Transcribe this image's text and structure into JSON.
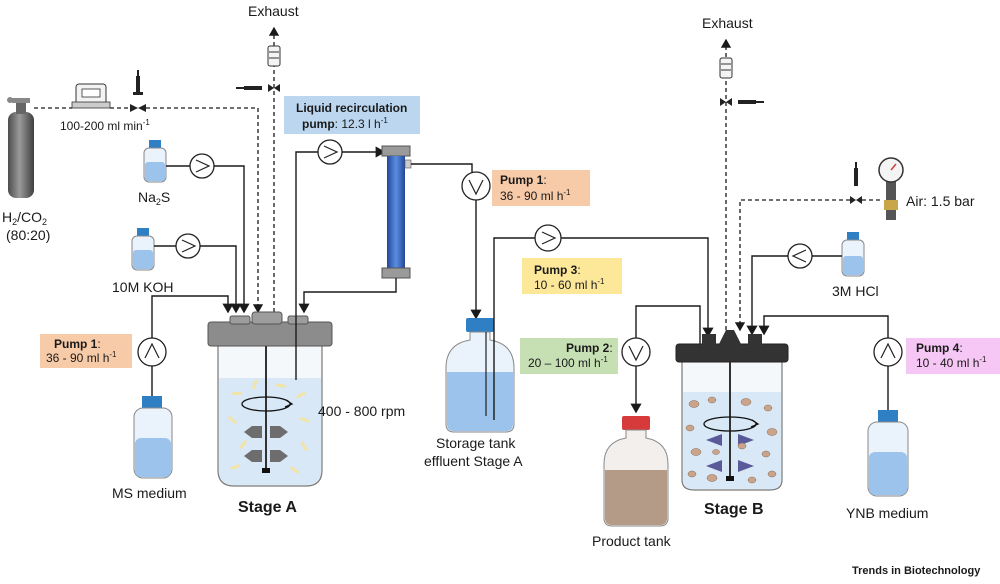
{
  "labels": {
    "exhaust_a": "Exhaust",
    "exhaust_b": "Exhaust",
    "gas_main": "H",
    "gas_sub2a": "2",
    "gas_mid": "/CO",
    "gas_sub2b": "2",
    "gas_ratio": "(80:20)",
    "flow_rate": "100-200 ml min",
    "flow_sup": "-1",
    "na2s_a": "Na",
    "na2s_sub": "2",
    "na2s_b": "S",
    "koh": "10M KOH",
    "ms_medium": "MS medium",
    "rpm": "400 - 800 rpm",
    "stage_a": "Stage A",
    "storage_line1": "Storage tank",
    "storage_line2": "effluent Stage A",
    "product_tank": "Product tank",
    "stage_b": "Stage B",
    "ynb_medium": "YNB medium",
    "hcl": "3M HCl",
    "air": "Air: 1.5 bar",
    "watermark": "Trends in Biotechnology"
  },
  "boxes": {
    "recirc_bold_1": "Liquid recirculation",
    "recirc_bold_2": "pump",
    "recirc_rate": ": 12.3 l h",
    "recirc_sup": "-1",
    "pump1a_bold": "Pump 1",
    "pump1a_colon": ":",
    "pump1a_rate": "36 - 90 ml h",
    "pump1a_sup": "-1",
    "pump1b_bold": "Pump 1",
    "pump1b_colon": ":",
    "pump1b_rate": "36 - 90 ml h",
    "pump1b_sup": "-1",
    "pump3_bold": "Pump 3",
    "pump3_colon": ":",
    "pump3_rate": "10 - 60 ml h",
    "pump3_sup": "-1",
    "pump2_bold": "Pump 2",
    "pump2_colon": ":",
    "pump2_rate": "20 – 100 ml h",
    "pump2_sup": "-1",
    "pump4_bold": "Pump 4",
    "pump4_colon": ":",
    "pump4_rate": "10 - 40 ml h",
    "pump4_sup": "-1"
  },
  "colors": {
    "box_blue": "#bcd6ef",
    "box_orange": "#f8cba8",
    "box_yellow": "#fde89a",
    "box_green": "#c6e0b4",
    "box_pink": "#f6c6f4",
    "liquid_blue": "#9cc3ec",
    "product_liquid": "#b39b88",
    "cap_blue": "#2f7fc4",
    "cap_red": "#d63a3a",
    "column_blue": "#3e6fc4"
  }
}
